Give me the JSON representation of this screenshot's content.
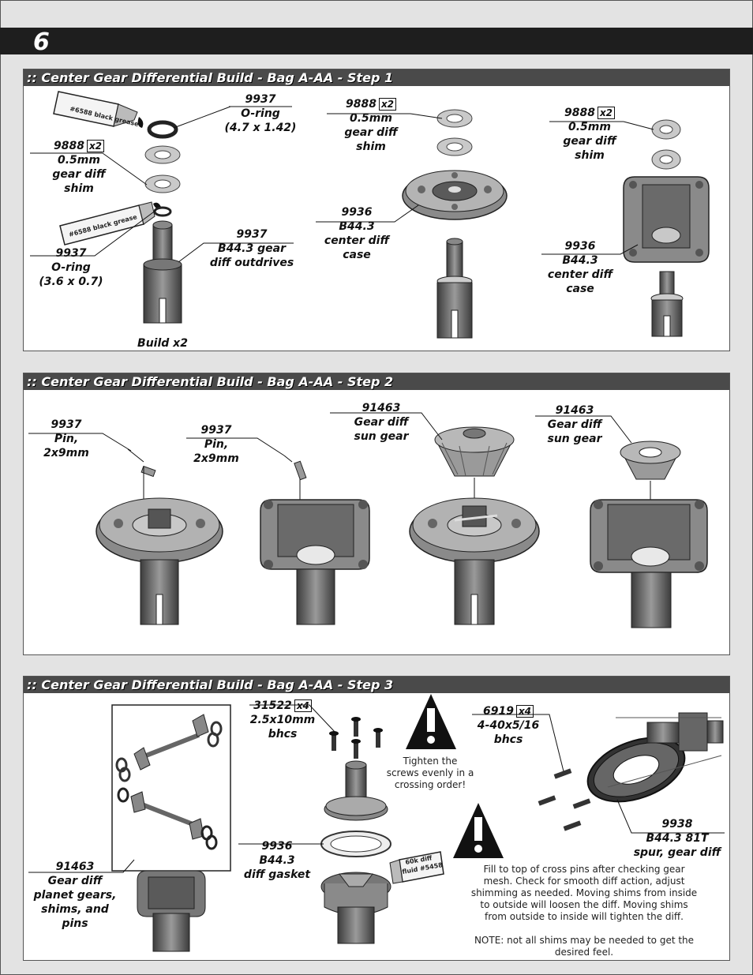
{
  "page": {
    "number": "6"
  },
  "step1": {
    "title": ":: Center Gear Differential Build - Bag A-AA - Step 1",
    "tube_top": "#6588 black grease",
    "tube_bottom": "#6588 black grease",
    "oring_big": {
      "part": "9937",
      "name": "O-ring",
      "size": "(4.7 x 1.42)"
    },
    "shim_left": {
      "part": "9888",
      "qty": "x2",
      "line1": "0.5mm",
      "line2": "gear diff",
      "line3": "shim"
    },
    "outdrives": {
      "part": "9937",
      "line1": "B44.3 gear",
      "line2": "diff outdrives"
    },
    "oring_small": {
      "part": "9937",
      "name": "O-ring",
      "size": "(3.6 x 0.7)"
    },
    "build": "Build x2",
    "shim_mid": {
      "part": "9888",
      "qty": "x2",
      "line1": "0.5mm",
      "line2": "gear diff",
      "line3": "shim"
    },
    "case_mid": {
      "part": "9936",
      "line1": "B44.3",
      "line2": "center diff",
      "line3": "case"
    },
    "shim_right": {
      "part": "9888",
      "qty": "x2",
      "line1": "0.5mm",
      "line2": "gear diff",
      "line3": "shim"
    },
    "case_right": {
      "part": "9936",
      "line1": "B44.3",
      "line2": "center diff",
      "line3": "case"
    }
  },
  "step2": {
    "title": ":: Center Gear Differential Build - Bag A-AA - Step 2",
    "pin_a": {
      "part": "9937",
      "line1": "Pin,",
      "line2": "2x9mm"
    },
    "pin_b": {
      "part": "9937",
      "line1": "Pin,",
      "line2": "2x9mm"
    },
    "sun_a": {
      "part": "91463",
      "line1": "Gear diff",
      "line2": "sun gear"
    },
    "sun_b": {
      "part": "91463",
      "line1": "Gear diff",
      "line2": "sun gear"
    }
  },
  "step3": {
    "title": ":: Center Gear Differential Build - Bag A-AA - Step 3",
    "screws": {
      "part": "31522",
      "qty": "x4",
      "line1": "2.5x10mm",
      "line2": "bhcs"
    },
    "warning1": [
      "Tighten the",
      "screws evenly in a",
      "crossing order!"
    ],
    "bhcs_right": {
      "part": "6919",
      "qty": "x4",
      "line1": "4-40x5/16",
      "line2": "bhcs"
    },
    "spur": {
      "part": "9938",
      "line1": "B44.3 81T",
      "line2": "spur, gear diff"
    },
    "gasket": {
      "part": "9936",
      "line1": "B44.3",
      "line2": "diff gasket"
    },
    "planet": {
      "part": "91463",
      "line1": "Gear diff",
      "line2": "planet gears,",
      "line3": "shims, and",
      "line4": "pins"
    },
    "fluid": [
      "60k diff",
      "fluid #5458"
    ],
    "warning2": [
      "Fill to top of cross pins after checking gear",
      "mesh.  Check for smooth diff action, adjust",
      "shimming as needed.  Moving shims from inside",
      "to outside will loosen the diff.  Moving shims",
      "from outside to inside will tighten the diff."
    ],
    "note": [
      "NOTE: not all shims may be needed to get the",
      "desired feel."
    ]
  }
}
